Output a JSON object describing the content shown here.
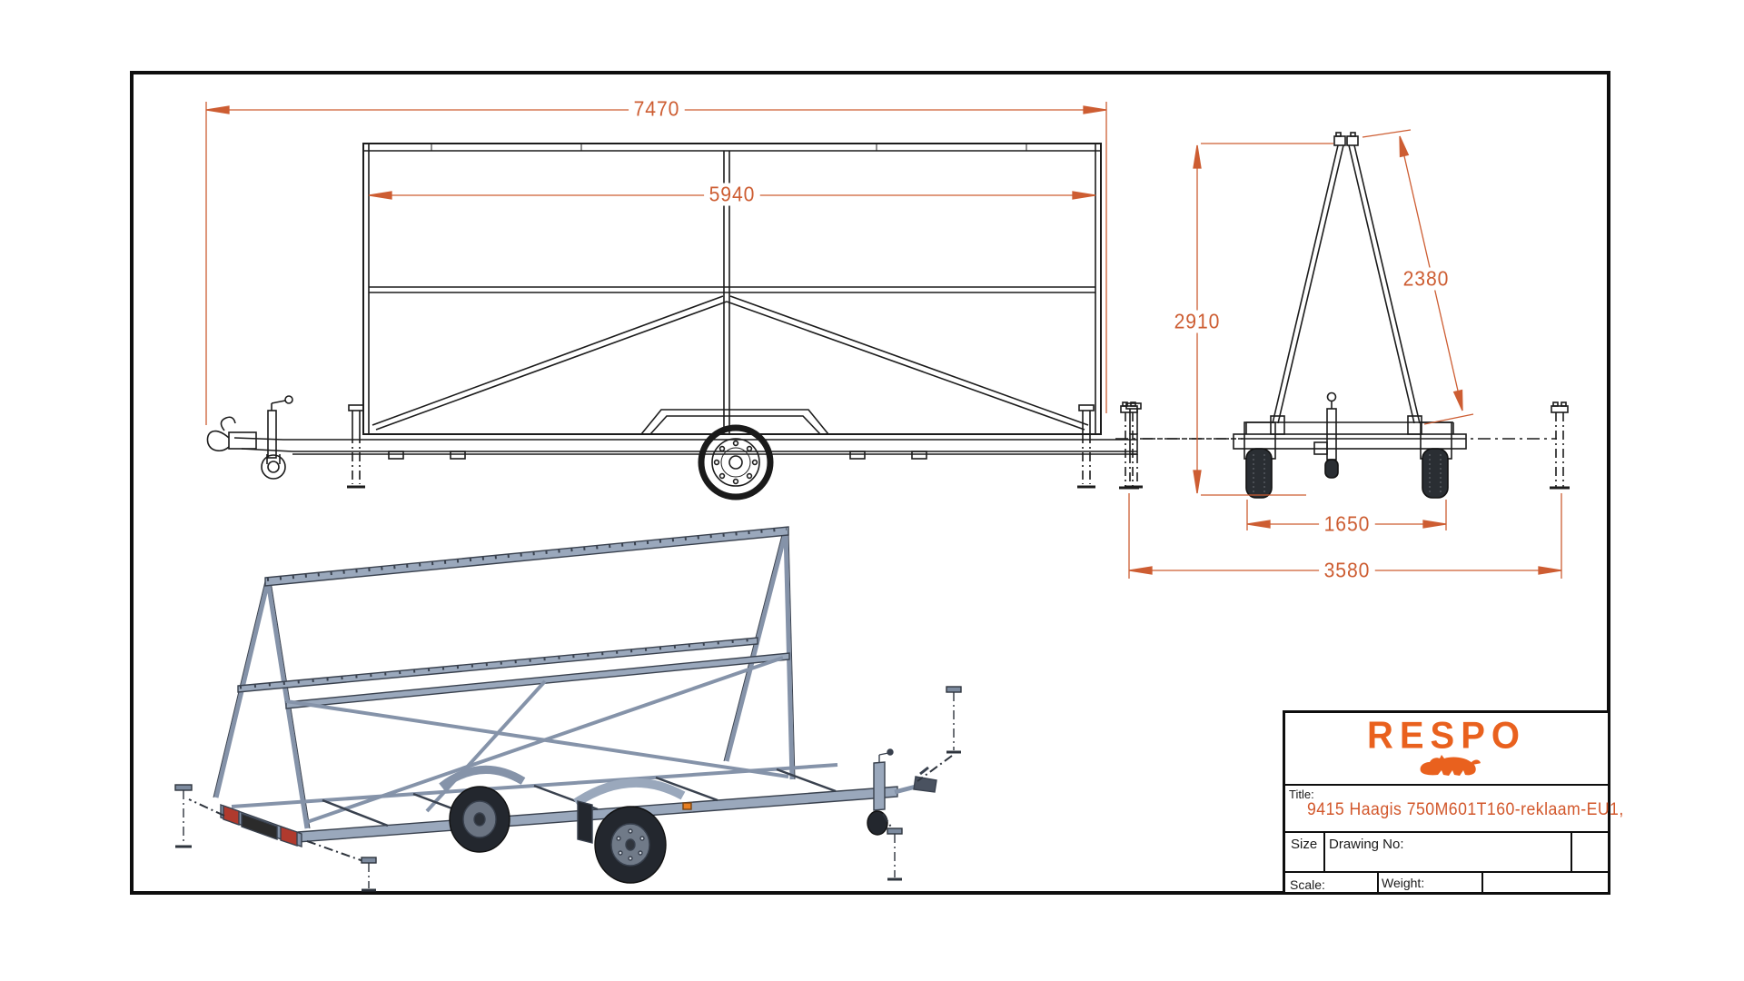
{
  "dimensions": {
    "overall_length": "7470",
    "frame_length": "5940",
    "overall_height": "2910",
    "panel_diagonal": "2380",
    "wheel_track": "1650",
    "overall_width": "3580"
  },
  "title_block": {
    "brand": "RESPO",
    "logo_icon": "bull-icon",
    "title_label": "Title:",
    "title": "9415 Haagis 750M601T160-reklaam-EU1,",
    "size_label": "Size",
    "drawing_no_label": "Drawing No:",
    "scale_label": "Scale:",
    "weight_label": "Weight:"
  },
  "colors": {
    "dimension_lines": "#cd5d32",
    "brand_orange": "#e9611e",
    "title_orange": "#d2572b",
    "drawing_lines": "#1c1c1c",
    "steel_blue": "#9aa8bc",
    "tail_light_red": "#b03a2e",
    "marker_orange": "#e67e22"
  }
}
